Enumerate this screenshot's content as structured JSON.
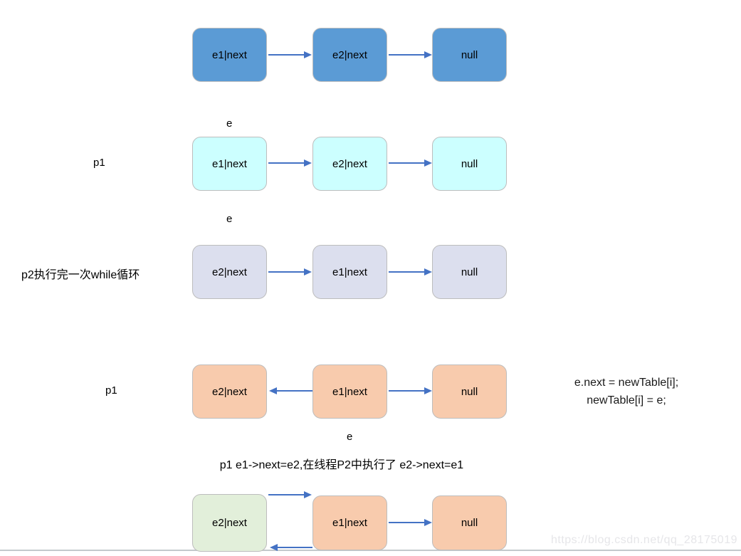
{
  "diagram": {
    "arrow_color": "#4472C4",
    "rows": [
      {
        "fill": "#5B9BD5",
        "nodes": [
          "e1|next",
          "e2|next",
          "null"
        ]
      },
      {
        "fill": "#CCFFFF",
        "pointer_label": "p1",
        "e_label": "e",
        "nodes": [
          "e1|next",
          "e2|next",
          "null"
        ]
      },
      {
        "fill": "#DCDFEE",
        "pointer_label": "p2执行完一次while循环",
        "e_label": "e",
        "nodes": [
          "e2|next",
          "e1|next",
          "null"
        ]
      },
      {
        "fill": "#F8CBAD",
        "pointer_label": "p1",
        "e_label": "e",
        "nodes": [
          "e2|next",
          "e1|next",
          "null"
        ]
      },
      {
        "fills": [
          "#E2EFDA",
          "#F8CBAD",
          "#F8CBAD"
        ],
        "nodes": [
          "e2|next",
          "e1|next",
          "null"
        ]
      }
    ],
    "code_lines": [
      "e.next = newTable[i];",
      "newTable[i] = e;"
    ],
    "caption": "p1 e1->next=e2,在线程P2中执行了 e2->next=e1",
    "watermark": "https://blog.csdn.net/qq_28175019"
  }
}
